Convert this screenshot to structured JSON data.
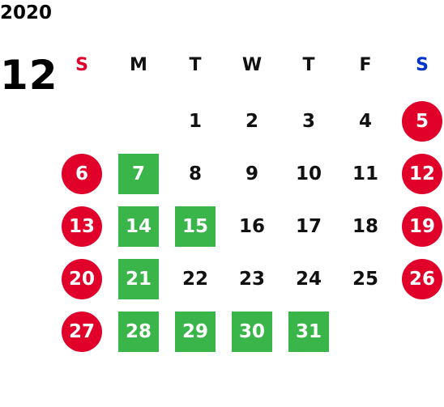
{
  "calendar": {
    "year": "2020",
    "month": "12",
    "weekdays": [
      {
        "label": "S",
        "color": "#e0002a"
      },
      {
        "label": "M",
        "color": "#111111"
      },
      {
        "label": "T",
        "color": "#111111"
      },
      {
        "label": "W",
        "color": "#111111"
      },
      {
        "label": "T",
        "color": "#111111"
      },
      {
        "label": "F",
        "color": "#111111"
      },
      {
        "label": "S",
        "color": "#0033cc"
      }
    ],
    "weeks": [
      [
        {
          "day": "",
          "style": "none"
        },
        {
          "day": "",
          "style": "none"
        },
        {
          "day": "1",
          "style": "plain"
        },
        {
          "day": "2",
          "style": "plain"
        },
        {
          "day": "3",
          "style": "plain"
        },
        {
          "day": "4",
          "style": "plain"
        },
        {
          "day": "5",
          "style": "circle"
        }
      ],
      [
        {
          "day": "6",
          "style": "circle"
        },
        {
          "day": "7",
          "style": "square"
        },
        {
          "day": "8",
          "style": "plain"
        },
        {
          "day": "9",
          "style": "plain"
        },
        {
          "day": "10",
          "style": "plain"
        },
        {
          "day": "11",
          "style": "plain"
        },
        {
          "day": "12",
          "style": "circle"
        }
      ],
      [
        {
          "day": "13",
          "style": "circle"
        },
        {
          "day": "14",
          "style": "square"
        },
        {
          "day": "15",
          "style": "square"
        },
        {
          "day": "16",
          "style": "plain"
        },
        {
          "day": "17",
          "style": "plain"
        },
        {
          "day": "18",
          "style": "plain"
        },
        {
          "day": "19",
          "style": "circle"
        }
      ],
      [
        {
          "day": "20",
          "style": "circle"
        },
        {
          "day": "21",
          "style": "square"
        },
        {
          "day": "22",
          "style": "plain"
        },
        {
          "day": "23",
          "style": "plain"
        },
        {
          "day": "24",
          "style": "plain"
        },
        {
          "day": "25",
          "style": "plain"
        },
        {
          "day": "26",
          "style": "circle"
        }
      ],
      [
        {
          "day": "27",
          "style": "circle"
        },
        {
          "day": "28",
          "style": "square"
        },
        {
          "day": "29",
          "style": "square"
        },
        {
          "day": "30",
          "style": "square"
        },
        {
          "day": "31",
          "style": "square"
        },
        {
          "day": "",
          "style": "none"
        },
        {
          "day": "",
          "style": "none"
        }
      ]
    ],
    "colors": {
      "circle_red": "#e0002a",
      "square_green": "#39b54a"
    }
  }
}
